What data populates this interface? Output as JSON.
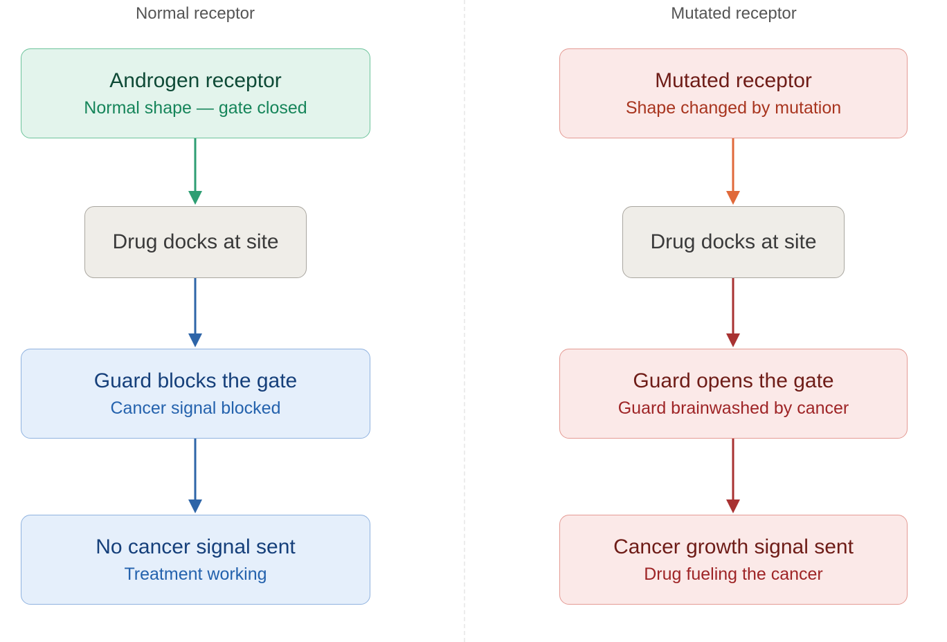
{
  "normal": {
    "column_title": "Normal receptor",
    "receptor": {
      "title": "Androgen receptor",
      "subtitle": "Normal shape — gate closed"
    },
    "drug": {
      "title": "Drug docks at site"
    },
    "guard": {
      "title": "Guard blocks the gate",
      "subtitle": "Cancer signal blocked"
    },
    "outcome": {
      "title": "No cancer signal sent",
      "subtitle": "Treatment working"
    }
  },
  "mutated": {
    "column_title": "Mutated receptor",
    "receptor": {
      "title": "Mutated receptor",
      "subtitle": "Shape changed by mutation"
    },
    "drug": {
      "title": "Drug docks at site"
    },
    "guard": {
      "title": "Guard opens the gate",
      "subtitle": "Guard brainwashed by cancer"
    },
    "outcome": {
      "title": "Cancer growth signal sent",
      "subtitle": "Drug fueling the cancer"
    }
  },
  "colors": {
    "green_arrow": "#2e9e73",
    "blue_arrow": "#2e65a8",
    "orange_arrow": "#e0693a",
    "red_arrow": "#a83232"
  }
}
